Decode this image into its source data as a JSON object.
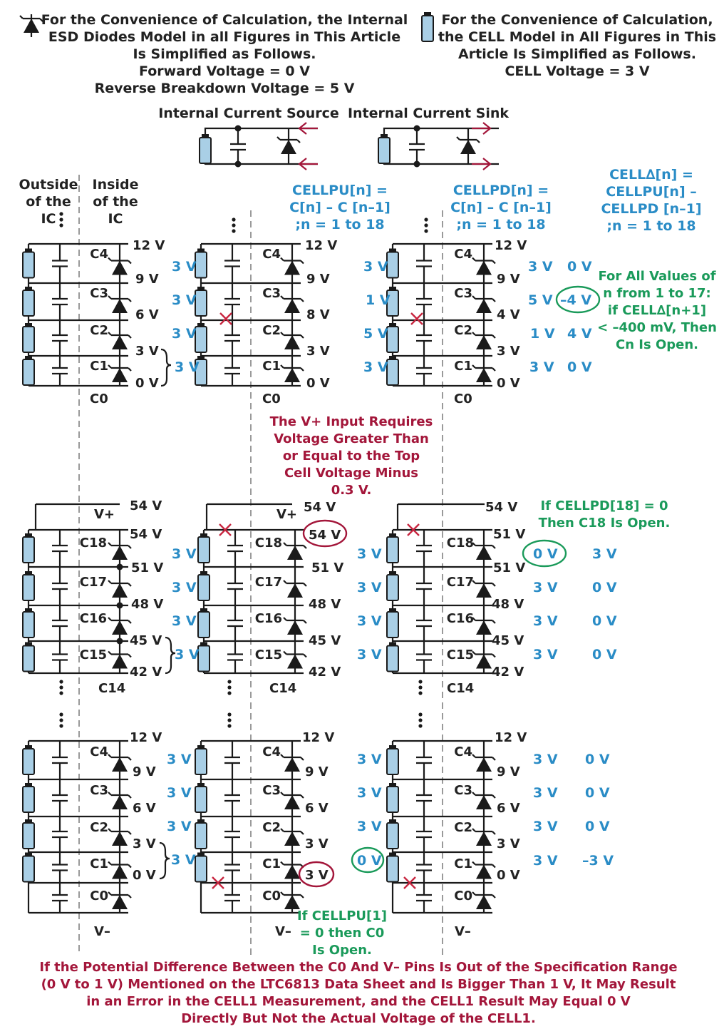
{
  "legend": {
    "esd": [
      "For the Convenience of Calculation, the Internal",
      "ESD Diodes Model in all Figures in This Article",
      "Is Simplified as Follows.",
      "Forward Voltage = 0 V",
      "Reverse Breakdown Voltage = 5 V"
    ],
    "cell": [
      "For the Convenience of Calculation,",
      "the CELL Model in All Figures in This",
      "Article Is Simplified as Follows.",
      "CELL Voltage = 3 V"
    ],
    "source_title": "Internal Current Source",
    "sink_title": "Internal Current Sink"
  },
  "headers": {
    "outside": [
      "Outside",
      "of the",
      "IC"
    ],
    "inside": [
      "Inside",
      "of the",
      "IC"
    ],
    "cellpu": [
      "CELLPU[n] =",
      "C[n] – C [n–1]",
      ";n = 1 to 18"
    ],
    "cellpd": [
      "CELLPD[n] =",
      "C[n] – C [n–1]",
      ";n = 1 to 18"
    ],
    "celldelta": [
      "CELL∆[n] =",
      "CELLPU[n] –",
      "CELLPD [n–1]",
      ";n = 1 to 18"
    ]
  },
  "notes": {
    "top_open": [
      "For All Values of",
      "n from 1 to 17:",
      "if CELL∆[n+1]",
      "< –400 mV, Then",
      "Cn Is Open."
    ],
    "vplus": [
      "The V+ Input Requires",
      "Voltage Greater Than",
      "or Equal to the Top",
      "Cell Voltage Minus",
      "0.3 V."
    ],
    "c18_open": [
      "If CELLPD[18] = 0",
      "Then C18 Is Open."
    ],
    "c0_open": [
      "If CELLPU[1]",
      "= 0 then C0",
      "Is Open."
    ],
    "bottom": [
      "If the Potential Difference Between the C0 And V– Pins Is Out of the Specification Range",
      "(0 V to 1 V) Mentioned on the LTC6813 Data Sheet and Is Bigger Than 1 V, It May Result",
      "in an Error in the CELL1 Measurement, and the CELL1 Result May Equal 0 V",
      "Directly But Not the Actual Voltage of the CELL1."
    ]
  },
  "pins": {
    "top": [
      "C4",
      "C3",
      "C2",
      "C1"
    ],
    "mid": [
      "C18",
      "C17",
      "C16",
      "C15"
    ],
    "bot": [
      "C4",
      "C3",
      "C2",
      "C1",
      "C0"
    ],
    "c0": "C0",
    "c14": "C14",
    "vplus": "V+",
    "vminus": "V–"
  },
  "nodes": {
    "top1": [
      "12 V",
      "9 V",
      "6 V",
      "3 V",
      "0 V"
    ],
    "top2": [
      "12 V",
      "9 V",
      "8 V",
      "3 V",
      "0 V"
    ],
    "top3": [
      "12 V",
      "9 V",
      "4 V",
      "3 V",
      "0 V"
    ],
    "mid1": [
      "54 V",
      "54 V",
      "51 V",
      "48 V",
      "45 V",
      "42 V"
    ],
    "mid2": [
      "54 V",
      "54 V",
      "51 V",
      "48 V",
      "45 V",
      "42 V"
    ],
    "mid3": [
      "54 V",
      "51 V",
      "51 V",
      "48 V",
      "45 V",
      "42 V"
    ],
    "bot1": [
      "12 V",
      "9 V",
      "6 V",
      "3 V",
      "0 V"
    ],
    "bot2": [
      "12 V",
      "9 V",
      "6 V",
      "3 V",
      "3 V"
    ],
    "bot3": [
      "12 V",
      "9 V",
      "6 V",
      "3 V",
      "0 V"
    ]
  },
  "readings": {
    "top_pu1": [
      "3 V",
      "3 V",
      "3 V",
      "3 V"
    ],
    "top_pu2": [
      "3 V",
      "1 V",
      "5 V",
      "3 V"
    ],
    "top_pd": [
      "3 V",
      "5 V",
      "1 V",
      "3 V"
    ],
    "top_delta": [
      "0 V",
      "–4 V",
      "4 V",
      "0 V"
    ],
    "mid_pu1": [
      "3 V",
      "3 V",
      "3 V",
      "3 V"
    ],
    "mid_pu2": [
      "3 V",
      "3 V",
      "3 V",
      "3 V"
    ],
    "mid_pd": [
      "0 V",
      "3 V",
      "3 V",
      "3 V"
    ],
    "mid_delta": [
      "3 V",
      "0 V",
      "0 V",
      "0 V"
    ],
    "bot_pu1": [
      "3 V",
      "3 V",
      "3 V",
      "3 V"
    ],
    "bot_pu2": [
      "3 V",
      "3 V",
      "3 V",
      "0 V"
    ],
    "bot_pd": [
      "3 V",
      "3 V",
      "3 V",
      "3 V"
    ],
    "bot_delta": [
      "0 V",
      "0 V",
      "0 V",
      "–3 V"
    ]
  },
  "colors": {
    "text": "#222222",
    "blue": "#2a8cc6",
    "green": "#1a9a5a",
    "red": "#a3163a",
    "cell": "#a9cfe6"
  }
}
